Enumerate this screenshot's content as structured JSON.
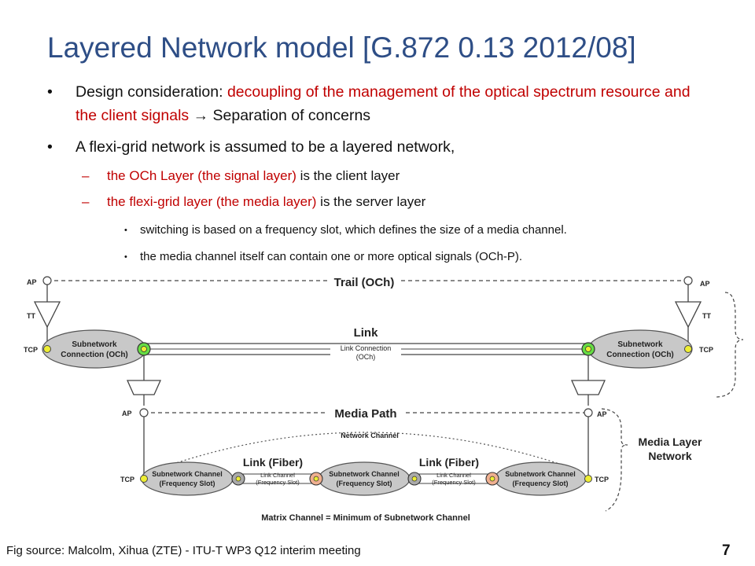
{
  "slide": {
    "title": "Layered Network model [G.872 0.13 2012/08]",
    "bullets": [
      {
        "prefix": "Design consideration: ",
        "highlight": "decoupling of the management of the optical spectrum resource and the client signals",
        "arrow": "→",
        "suffix": " Separation of concerns"
      },
      {
        "text": "A flexi-grid network is assumed to be a layered network,"
      }
    ],
    "sub_bullets": [
      {
        "highlight": "the OCh Layer (the signal layer)",
        "suffix": " is the client layer"
      },
      {
        "highlight": "the flexi-grid layer (the media layer)",
        "suffix": " is the server layer"
      }
    ],
    "sub_sub_bullets": [
      "switching is based on a frequency slot, which defines the size of a media channel.",
      "the media channel itself can contain one or more optical signals (OCh-P)."
    ],
    "source": "Fig source: Malcolm, Xihua (ZTE) - ITU-T WP3 Q12 interim meeting",
    "page_number": "7"
  },
  "diagram": {
    "labels": {
      "trail": "Trail (OCh)",
      "link": "Link",
      "link_connection_1": "Link Connection",
      "link_connection_2": "(OCh)",
      "media_path": "Media Path",
      "network_channel": "Network Channel",
      "media_layer_1": "Media Layer",
      "media_layer_2": "Network",
      "link_fiber_left": "Link (Fiber)",
      "link_fiber_right": "Link (Fiber)",
      "link_channel_1": "Link Channel",
      "link_channel_2": "(Frequency Slot)",
      "matrix_channel": "Matrix Channel = Minimum of Subnetwork Channel",
      "ap": "AP",
      "tt": "TT",
      "tcp": "TCP",
      "subnetwork_1": "Subnetwork",
      "connection_och": "Connection (OCh)",
      "subnetwork_channel": "Subnetwork Channel",
      "frequency_slot": "(Frequency Slot)"
    },
    "colors": {
      "title_blue": "#2e4e86",
      "highlight_red": "#c00000",
      "ellipse_gray": "#c8c8c8",
      "node_green": "#66dd44",
      "node_yellow": "#eeee33",
      "node_orange": "#f0b090",
      "node_gray": "#aaaaaa"
    }
  }
}
